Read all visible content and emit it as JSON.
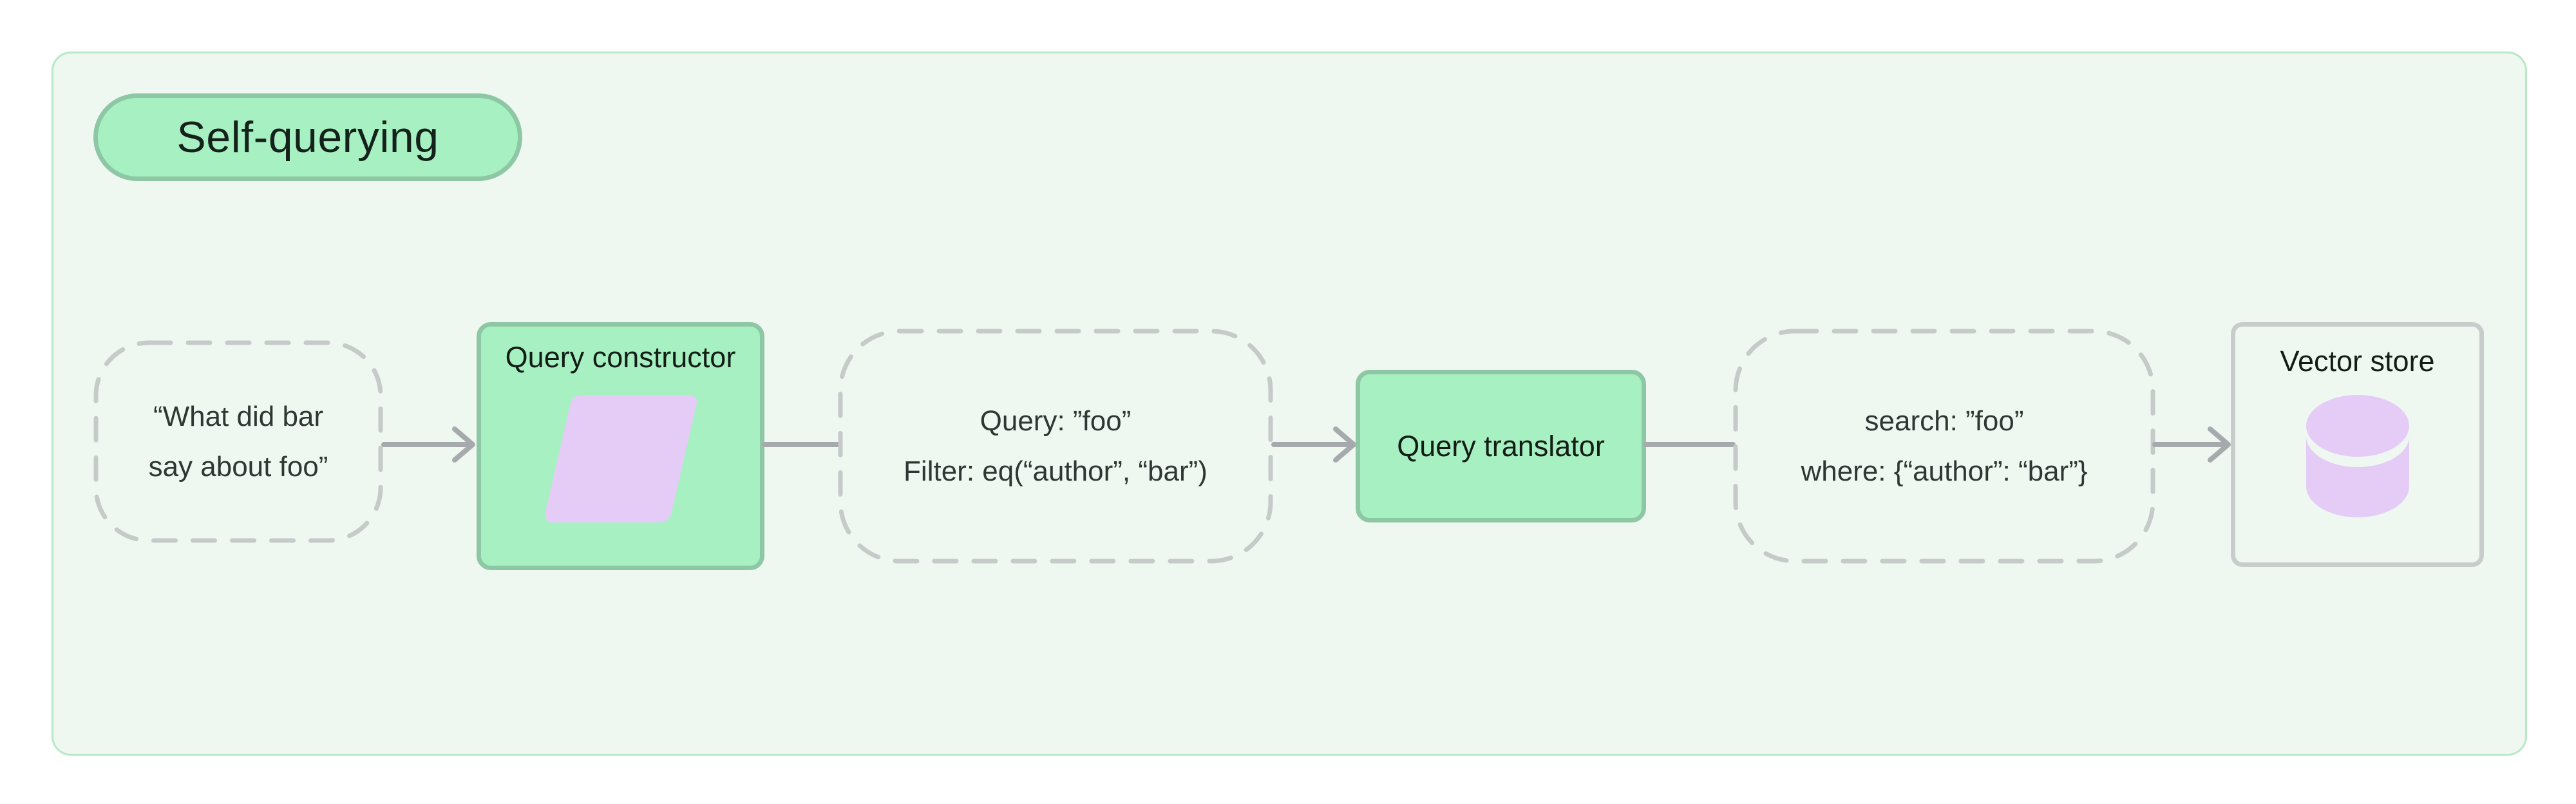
{
  "diagram": {
    "title": "Self-querying",
    "nodes": {
      "user_question": {
        "type": "dashed",
        "lines": [
          "“What did bar",
          "say about foo”"
        ]
      },
      "query_constructor": {
        "type": "solid-green",
        "label": "Query constructor",
        "icon": "parallelogram-icon"
      },
      "structured_query": {
        "type": "dashed",
        "lines": [
          "Query: ”foo”",
          "Filter: eq(“author”, “bar”)"
        ]
      },
      "query_translator": {
        "type": "solid-green",
        "label": "Query translator"
      },
      "translated_query": {
        "type": "dashed",
        "lines": [
          "search: ”foo”",
          "where: {“author”: “bar”}"
        ]
      },
      "vector_store": {
        "type": "outlined",
        "label": "Vector store",
        "icon": "database-icon"
      }
    },
    "flow_order": [
      "user_question",
      "query_constructor",
      "structured_query",
      "query_translator",
      "translated_query",
      "vector_store"
    ],
    "colors": {
      "page_bg": "#ffffff",
      "container_bg": "#eef8f1",
      "container_border": "#b9e8c6",
      "node_green": "#a7f0c2",
      "node_green_border": "#8ec7a3",
      "accent_purple": "#e5ccf7",
      "dashed_border": "#c6cac9",
      "arrow_gray": "#a7aaac",
      "vector_store_border": "#c8cccb",
      "text_dark": "#1c241f"
    }
  }
}
